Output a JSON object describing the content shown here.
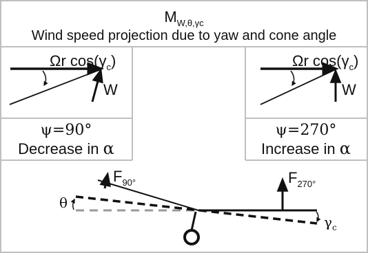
{
  "header": {
    "title_main": "M",
    "title_sub": "W,θ,γc",
    "subtitle": "Wind speed projection due to yaw and cone angle"
  },
  "left_panel": {
    "vector_label_prefix": "Ωr cos(γ",
    "vector_label_sub": "c",
    "vector_label_suffix": ")",
    "wind_label": "W",
    "azimuth": "ψ=90°",
    "effect_prefix": "Decrease in ",
    "effect_symbol": "α"
  },
  "right_panel": {
    "vector_label_prefix": "Ωr cos(γ",
    "vector_label_sub": "c",
    "vector_label_suffix": ")",
    "wind_label": "W",
    "azimuth": "ψ=270°",
    "effect_prefix": "Increase in ",
    "effect_symbol": "α"
  },
  "blade_diagram": {
    "force_left_main": "F",
    "force_left_sub": "90°",
    "force_right_main": "F",
    "force_right_sub": "270°",
    "theta_label": "θ",
    "cone_label_main": "γ",
    "cone_label_sub": "c"
  },
  "colors": {
    "line": "#111111",
    "border": "#bfbfbf",
    "reference_dash": "#999999"
  }
}
